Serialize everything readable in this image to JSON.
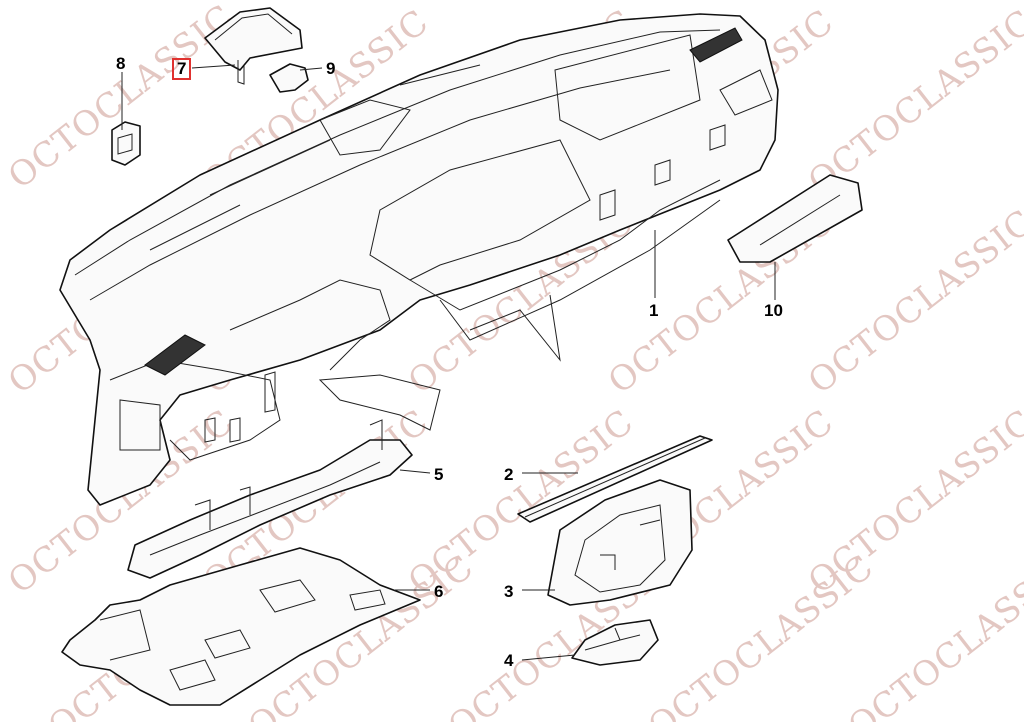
{
  "diagram": {
    "watermark": "OCTOCLASSIC",
    "callouts": [
      {
        "id": "1",
        "label": "1"
      },
      {
        "id": "2",
        "label": "2"
      },
      {
        "id": "3",
        "label": "3"
      },
      {
        "id": "4",
        "label": "4"
      },
      {
        "id": "5",
        "label": "5"
      },
      {
        "id": "6",
        "label": "6"
      },
      {
        "id": "7",
        "label": "7",
        "selected": true
      },
      {
        "id": "8",
        "label": "8"
      },
      {
        "id": "9",
        "label": "9"
      },
      {
        "id": "10",
        "label": "10"
      }
    ],
    "colors": {
      "selection_box": "#e0312f",
      "watermark": "#e3c7c2",
      "line": "#111111"
    }
  }
}
